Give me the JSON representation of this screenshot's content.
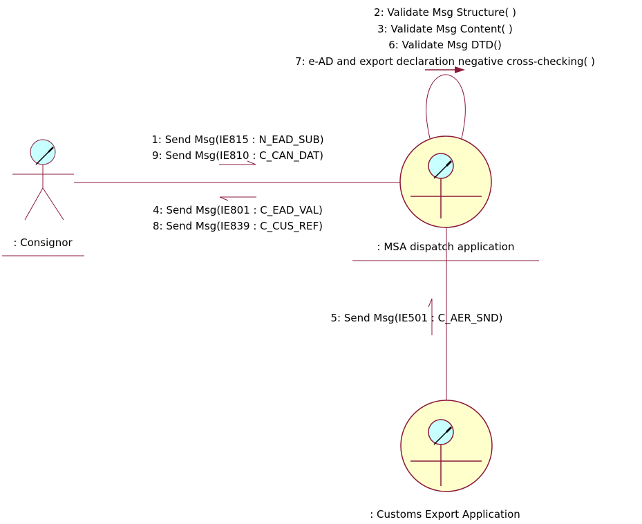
{
  "self_messages": [
    "2: Validate Msg Structure( )",
    "3: Validate Msg Content( )",
    "6: Validate Msg DTD()",
    "7: e-AD and export declaration negative cross-checking( )"
  ],
  "consignor_to_msa_messages": [
    "1: Send Msg(IE815 : N_EAD_SUB)",
    "9: Send Msg(IE810 : C_CAN_DAT)"
  ],
  "msa_to_consignor_messages": [
    "4: Send Msg(IE801 : C_EAD_VAL)",
    "8: Send Msg(IE839 : C_CUS_REF)"
  ],
  "customs_to_msa_messages": [
    "5: Send Msg(IE501 : C_AER_SND)"
  ],
  "objects": {
    "consignor": ": Consignor",
    "msa": ": MSA dispatch application",
    "customs": ": Customs Export Application"
  },
  "colors": {
    "line": "#8b1a3a",
    "entity_fill": "#ffffcc",
    "head_fill": "#c8ffff"
  }
}
